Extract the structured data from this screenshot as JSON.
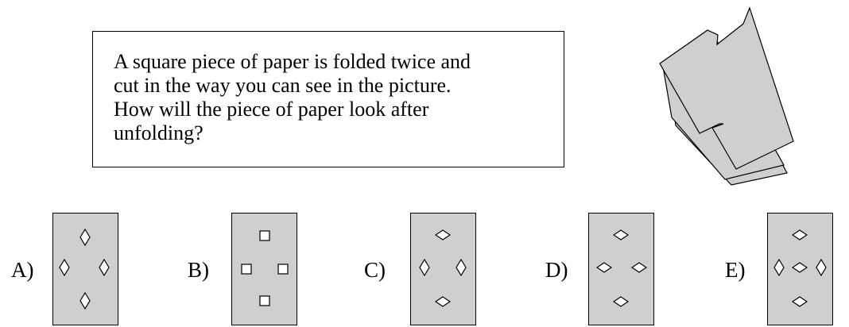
{
  "question": {
    "text": "A square piece of paper is folded twice and\ncut in the way you can see in the picture.\nHow will the piece of paper look after\nunfolding?"
  },
  "colors": {
    "paper_fill": "#cfcfcf",
    "outline": "#000000",
    "hole_fill": "#ffffff"
  },
  "options": [
    {
      "label": "A)",
      "hole_shape": "tall-diamond",
      "arrangement": "plus"
    },
    {
      "label": "B)",
      "hole_shape": "square",
      "arrangement": "plus"
    },
    {
      "label": "C)",
      "hole_shape": "mixed-diamond",
      "arrangement": "plus"
    },
    {
      "label": "D)",
      "hole_shape": "wide-diamond",
      "arrangement": "plus"
    },
    {
      "label": "E)",
      "hole_shape": "mixed-diamond",
      "arrangement": "plus-with-center"
    }
  ]
}
